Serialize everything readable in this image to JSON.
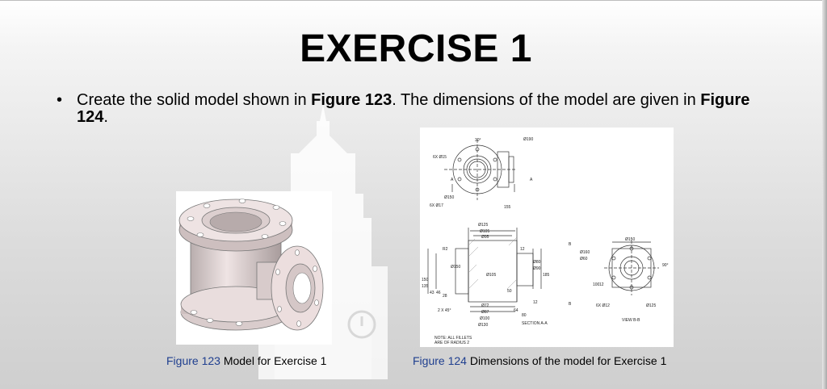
{
  "slide": {
    "title": "EXERCISE 1",
    "bullet": {
      "symbol": "•",
      "part1": "Create the solid model shown in ",
      "ref1": "Figure 123",
      "part2": ". The dimensions of the model are given in ",
      "ref2": "Figure 124",
      "part3": "."
    }
  },
  "figure123": {
    "label": "Figure 123",
    "caption": " Model for Exercise 1"
  },
  "figure124": {
    "label": "Figure 124",
    "caption": " Dimensions of the model for Exercise 1",
    "drawing_text": {
      "holes_top": "6X Ø15",
      "angle": "30°",
      "dia190": "Ø190",
      "sect_a1": "A",
      "sect_a2": "A",
      "dia150": "Ø150",
      "holes17": "6X Ø17",
      "d155": "155",
      "d125": "Ø125",
      "d105": "Ø105",
      "d95": "Ø95",
      "r2": "R2",
      "d150b": "Ø150",
      "d105b": "Ø105",
      "d12a": "12",
      "d50": "50",
      "d80": "Ø80",
      "d90": "Ø90",
      "d185": "185",
      "d150v": "150",
      "d135": "135",
      "d43": "43",
      "d46": "46",
      "d28": "28",
      "chamfer": "2 X 45°",
      "d72": "Ø72",
      "d87": "Ø87",
      "d100": "Ø100",
      "d130": "Ø130",
      "d64": "64",
      "d80b": "80",
      "d12b": "12",
      "section": "SECTION A-A",
      "b1": "B",
      "b2": "B",
      "d160": "Ø160",
      "d60": "Ø60",
      "d150c": "Ø150",
      "ang90": "90°",
      "d100v": "100",
      "d12c": "12",
      "holes12": "6X Ø12",
      "d125b": "Ø125",
      "view": "VIEW B-B",
      "note1": "NOTE: ALL FILLETS",
      "note2": "ARE OF RADIUS 2"
    }
  },
  "colors": {
    "caption_label": "#1f3f8f",
    "model_fill": "#e9d9d9"
  }
}
